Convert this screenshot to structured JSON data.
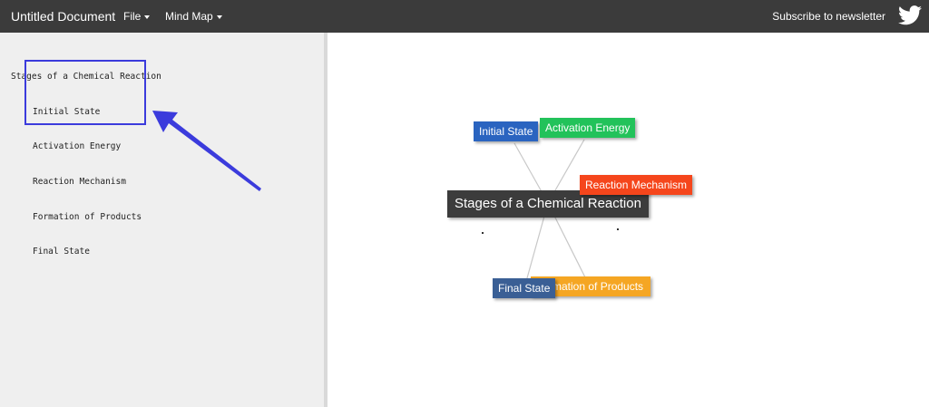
{
  "topbar": {
    "title": "Untitled Document",
    "menu_file": "File",
    "menu_mindmap": "Mind Map",
    "subscribe": "Subscribe to newsletter",
    "twitter_icon": "twitter-bird-icon"
  },
  "outline": {
    "root": "Stages of a Chemical Reaction",
    "children": [
      "Initial State",
      "Activation Energy",
      "Reaction Mechanism",
      "Formation of Products",
      "Final State"
    ]
  },
  "mindmap": {
    "root": {
      "label": "Stages of a Chemical Reaction",
      "color": "#3c3c3c"
    },
    "nodes": [
      {
        "label": "Initial State",
        "color": "#2a64c0"
      },
      {
        "label": "Activation Energy",
        "color": "#22c25a"
      },
      {
        "label": "Reaction Mechanism",
        "color": "#f5461c"
      },
      {
        "label": "Formation of Products",
        "color": "#f5a623"
      },
      {
        "label": "Final State",
        "color": "#3a5f95"
      }
    ]
  },
  "colors": {
    "highlight": "#3b3bdc",
    "arrow": "#3b3bdc",
    "topbar": "#3b3b3b"
  }
}
